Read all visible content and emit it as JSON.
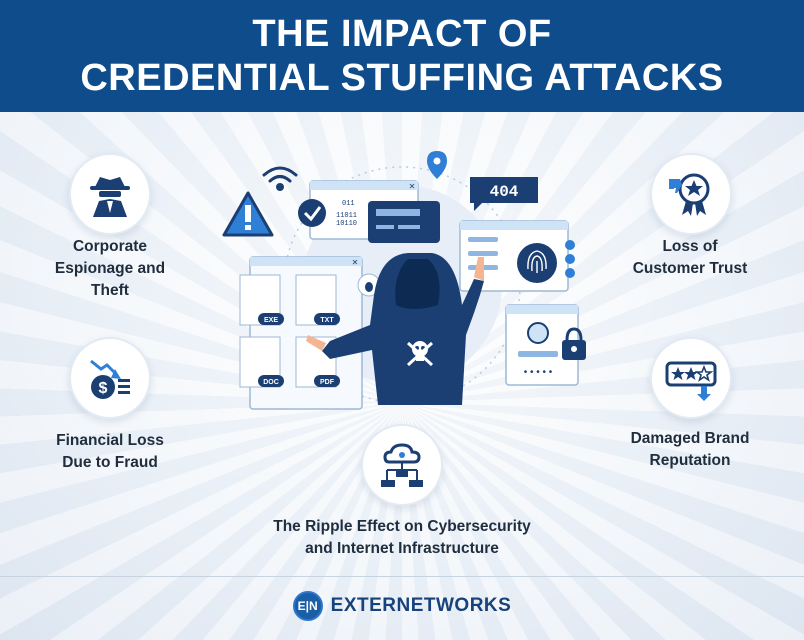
{
  "header": {
    "title_line1": "THE IMPACT OF",
    "title_line2": "CREDENTIAL STUFFING ATTACKS"
  },
  "impacts": {
    "espionage": {
      "line1": "Corporate",
      "line2": "Espionage and",
      "line3": "Theft",
      "icon": "spy-icon"
    },
    "financial": {
      "line1": "Financial Loss",
      "line2": "Due to Fraud",
      "icon": "dollar-down-icon"
    },
    "trust": {
      "line1": "Loss of",
      "line2": "Customer Trust",
      "icon": "thumbs-down-badge-icon"
    },
    "brand": {
      "line1": "Damaged Brand",
      "line2": "Reputation",
      "icon": "star-rating-down-icon"
    },
    "ripple": {
      "line1": "The Ripple Effect on Cybersecurity",
      "line2": "and Internet Infrastructure",
      "icon": "cloud-network-icon"
    }
  },
  "hero": {
    "error_code": "404",
    "binary_a": "011",
    "binary_b": "11011",
    "binary_c": "10110",
    "file_exe": "EXE",
    "file_txt": "TXT",
    "file_doc": "DOC",
    "file_pdf": "PDF"
  },
  "footer": {
    "logo_mark": "E|N",
    "brand": "EXTERNETWORKS"
  },
  "colors": {
    "header_bg": "#0e4c8c",
    "navy": "#1b3f73",
    "accent_blue": "#2f7fd6",
    "light_blue": "#cfe3f7"
  }
}
